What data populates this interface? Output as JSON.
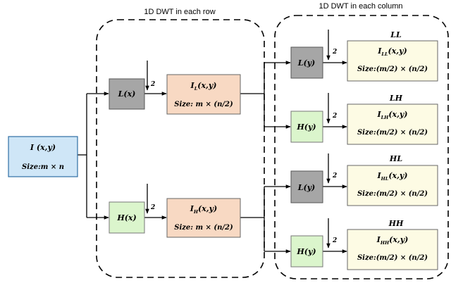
{
  "titles": {
    "rows": "1D DWT in each row",
    "cols": "1D DWT in each column"
  },
  "colors": {
    "input_fill": "#cfe6f7",
    "input_stroke": "#2e6da4",
    "gray_fill": "#a6a6a6",
    "green_fill": "#dbf5cc",
    "peach_fill": "#f8d9c3",
    "cream_fill": "#fdfbe4"
  },
  "input": {
    "main": "I",
    "args": "(x,y)",
    "size_label": "Size:",
    "size_value": "m × n"
  },
  "row_filters": {
    "low": {
      "sym": "L",
      "arg": "(x)"
    },
    "high": {
      "sym": "H",
      "arg": "(x)"
    }
  },
  "row_outputs": {
    "low": {
      "main": "I",
      "sub": "L",
      "args": "(x,y)",
      "size_label": "Size:",
      "size_value": "m × (n/2)"
    },
    "high": {
      "main": "I",
      "sub": "H",
      "args": "(x,y)",
      "size_label": "Size:",
      "size_value": "m × (n/2)"
    }
  },
  "downsample": "2",
  "col_filters": [
    {
      "sym": "L",
      "arg": "(y)"
    },
    {
      "sym": "H",
      "arg": "(y)"
    },
    {
      "sym": "L",
      "arg": "(y)"
    },
    {
      "sym": "H",
      "arg": "(y)"
    }
  ],
  "subbands": [
    {
      "label": "LL",
      "main": "I",
      "sub": "LL",
      "args": "(x,y)",
      "size_label": "Size:",
      "size_value": "(m/2) × (n/2)"
    },
    {
      "label": "LH",
      "main": "I",
      "sub": "LH",
      "args": "(x,y)",
      "size_label": "Size:",
      "size_value": "(m/2) × (n/2)"
    },
    {
      "label": "HL",
      "main": "I",
      "sub": "HL",
      "args": "(x,y)",
      "size_label": "Size:",
      "size_value": "(m/2) × (n/2)"
    },
    {
      "label": "HH",
      "main": "I",
      "sub": "HH",
      "args": "(x,y)",
      "size_label": "Size:",
      "size_value": "(m/2) × (n/2)"
    }
  ]
}
